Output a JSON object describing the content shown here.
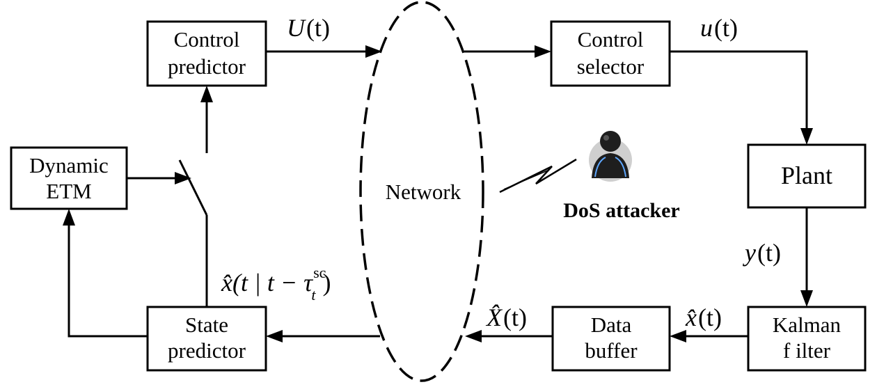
{
  "blocks": {
    "control_predictor": [
      "Control",
      "predictor"
    ],
    "control_selector": [
      "Control",
      "selector"
    ],
    "dynamic_etm": [
      "Dynamic",
      "ETM"
    ],
    "plant": "Plant",
    "state_predictor": [
      "State",
      "predictor"
    ],
    "data_buffer": [
      "Data",
      "buffer"
    ],
    "kalman_filter": [
      "Kalman",
      "f ilter"
    ]
  },
  "network": {
    "label": "Network"
  },
  "attacker": {
    "label": "DoS attacker",
    "icon": "attacker-person-icon"
  },
  "signals": {
    "U": {
      "sym": "U",
      "arg": "(t)"
    },
    "u": {
      "sym": "u",
      "arg": "(t)"
    },
    "y": {
      "sym": "y",
      "arg": "(t)"
    },
    "xhat": {
      "sym": "x̂",
      "arg": "(t)"
    },
    "Xhat": {
      "sym": "X̂",
      "arg": "(t)"
    },
    "xhat_cond": {
      "open": "x̂(t | t − ",
      "tau": "τ",
      "sup": "sc",
      "sub": "t",
      "close": ")"
    }
  }
}
